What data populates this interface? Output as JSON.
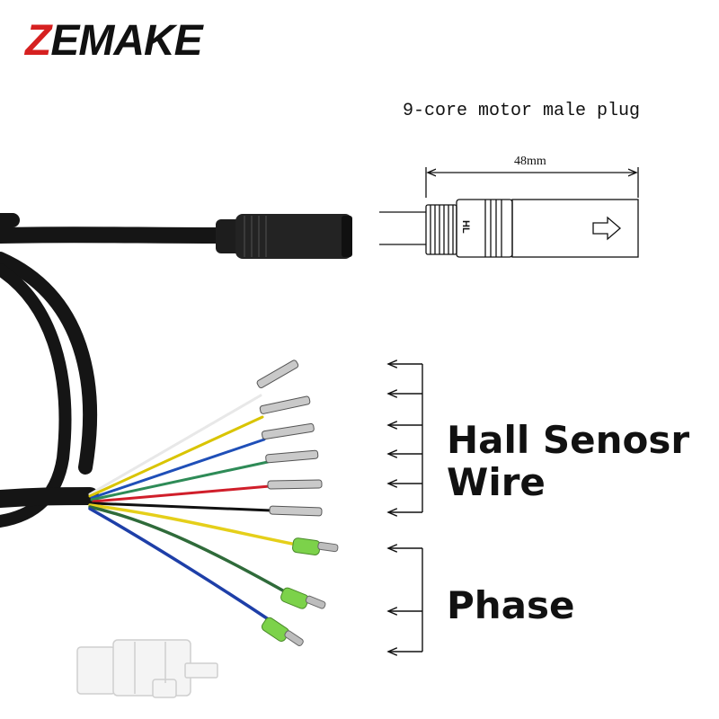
{
  "brand": {
    "logo_z": "Z",
    "logo_rest": "EMAKE",
    "red": "#d62020",
    "dark": "#111111"
  },
  "plug": {
    "title": "9-core motor male plug",
    "dimension": "48mm",
    "marking": "HL"
  },
  "labels": {
    "hall_line1": "Hall Senosr",
    "hall_line2": "Wire",
    "phase": "Phase"
  },
  "wires": {
    "hall_colors": [
      "#ffffff",
      "#d9c400",
      "#1f4fb8",
      "#2e8b57",
      "#d01e2a",
      "#111111"
    ],
    "phase_colors": [
      "#e5cf1a",
      "#2f6b3a",
      "#1e3fa8"
    ],
    "connector_green": "#7cd24a"
  }
}
